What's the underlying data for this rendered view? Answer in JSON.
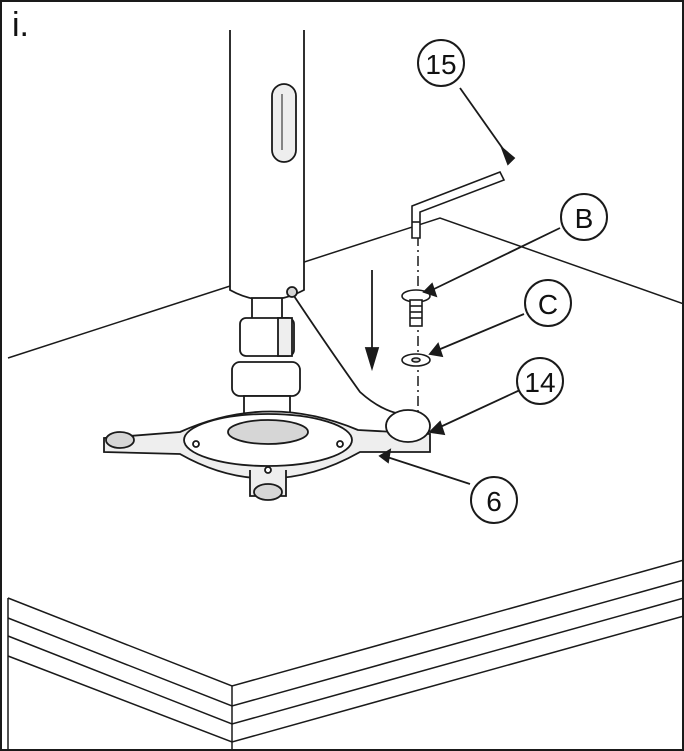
{
  "step_label": "i.",
  "callouts": [
    {
      "id": "15",
      "label": "15"
    },
    {
      "id": "B",
      "label": "B"
    },
    {
      "id": "C",
      "label": "C"
    },
    {
      "id": "14",
      "label": "14"
    },
    {
      "id": "6",
      "label": "6"
    }
  ],
  "colors": {
    "line": "#1a1a1a",
    "background": "#ffffff",
    "shade_light": "#eeeeee",
    "shade_mid": "#d6d6d6"
  }
}
